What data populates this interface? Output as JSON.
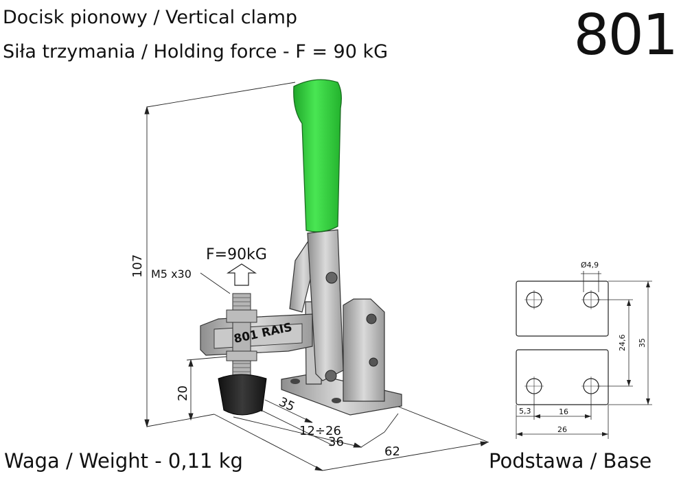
{
  "header": {
    "title": "Docisk pionowy / Vertical clamp",
    "subtitle": "Siła trzymania / Holding force - F = 90 kG",
    "model_number": "801"
  },
  "footer": {
    "weight": "Waga / Weight - 0,11 kg",
    "base_caption": "Podstawa / Base"
  },
  "drawing": {
    "force_label": "F=90kG",
    "screw_label": "M5 x30",
    "body_marking": "801 RAIS",
    "dims": {
      "height_total": "107",
      "spindle_height": "20",
      "d35": "35",
      "d12_26": "12÷26",
      "d36": "36",
      "d62": "62"
    },
    "handle_color": "#2fd13a"
  },
  "base_view": {
    "hole_dia": "Ø4,9",
    "hole_spacing_v": "24,6",
    "height": "35",
    "offset": "5,3",
    "hole_spacing_h": "16",
    "width": "26"
  }
}
